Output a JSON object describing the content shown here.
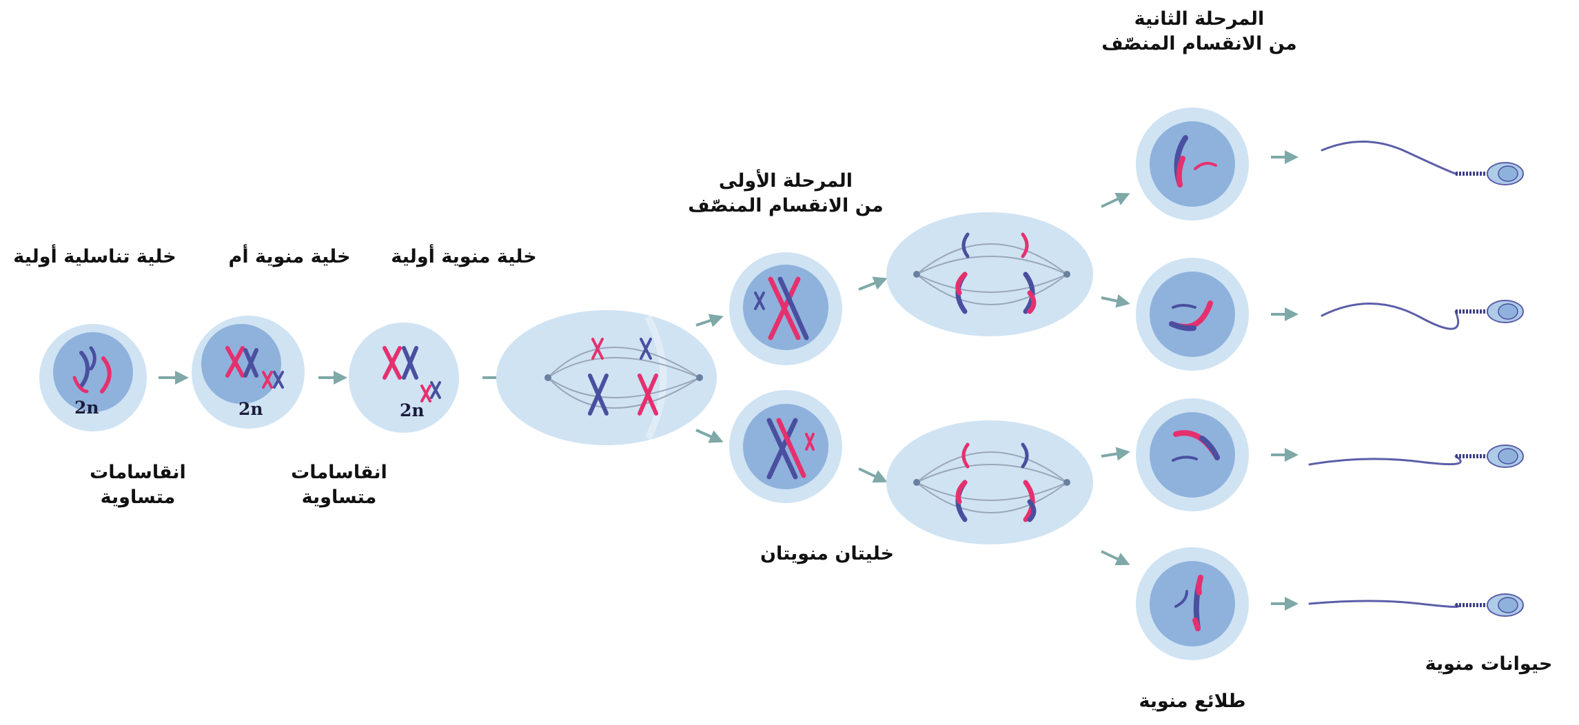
{
  "labels": {
    "primordial_germ_cell": "خلية تناسلية أولية",
    "spermatogonium": "خلية منوية أم",
    "primary_spermatocyte": "خلية منوية أولية",
    "mitosis_1": [
      "انقاسامات",
      "متساوية"
    ],
    "mitosis_2": [
      "انقاسامات",
      "متساوية"
    ],
    "meiosis_1": [
      "المرحلة الأولى",
      "من الانقسام المنصّف"
    ],
    "meiosis_2": [
      "المرحلة الثانية",
      "من الانقسام المنصّف"
    ],
    "secondary_spermatocytes": "خليتان منويتان",
    "spermatids": "طلائع منوية",
    "sperm": "حيوانات منوية",
    "ploidy": [
      "2n",
      "2n",
      "2n"
    ]
  },
  "colors": {
    "cell_outer": "#cfe3f3",
    "cell_nucleus": "#8fb2dc",
    "chromosome_pink": "#e6306e",
    "chromosome_blue": "#4a4f9f",
    "arrow": "#7fa8a8",
    "spindle": "#9aa6ba"
  }
}
